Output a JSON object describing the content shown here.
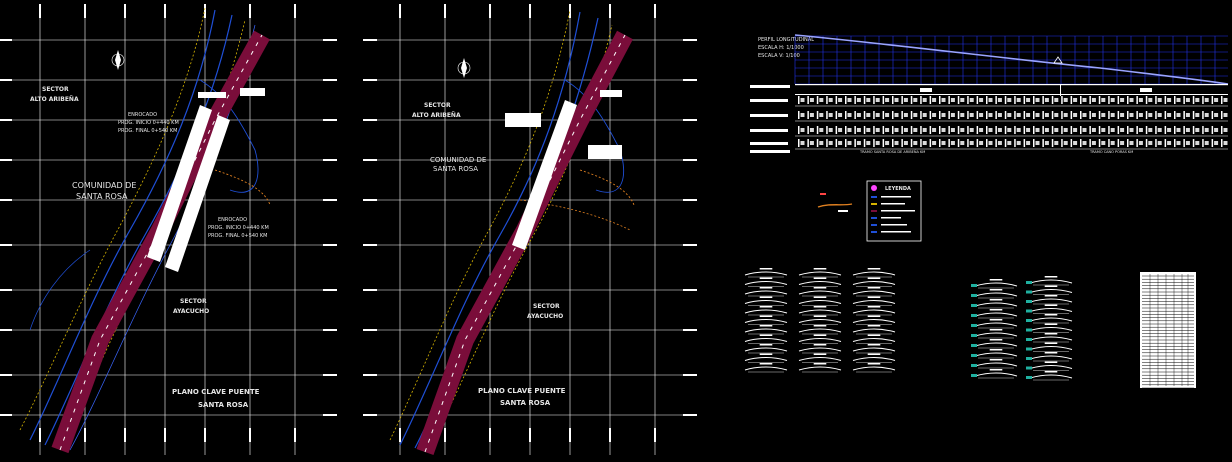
{
  "plan1": {
    "sector_a": [
      "SECTOR",
      "ALTO ARIBEÑA"
    ],
    "enrocado_top": [
      "ENROCADO",
      "PROG. INICIO 0+440 KM",
      "PROG. FINAL 0+540 KM"
    ],
    "comunidad": [
      "COMUNIDAD DE",
      "SANTA ROSA"
    ],
    "enrocado_bottom": [
      "ENROCADO",
      "PROG. INICIO 0+440 KM",
      "PROG. FINAL 0+540 KM"
    ],
    "sector_b": [
      "SECTOR",
      "AYACUCHO"
    ],
    "title": [
      "PLANO CLAVE PUENTE",
      "SANTA ROSA"
    ]
  },
  "plan2": {
    "sector_a": [
      "SECTOR",
      "ALTO ARIBEÑA"
    ],
    "comunidad": [
      "COMUNIDAD DE",
      "SANTA ROSA"
    ],
    "sector_b": [
      "SECTOR",
      "AYACUCHO"
    ],
    "title": [
      "PLANO CLAVE PUENTE",
      "SANTA ROSA"
    ]
  },
  "profile": {
    "title_lines": [
      "PERFIL LONGITUDINAL",
      "ESCALA H: 1/1000",
      "ESCALA V: 1/100"
    ],
    "bottom_left": "TRAMO SANTA ROSA DE ARIBEÑA KM",
    "bottom_right": "TRAMO CANO PORAS KM"
  },
  "legend": {
    "title": "LEYENDA"
  },
  "colors": {
    "background": "#000000",
    "grid": "#ffffff",
    "road": "#7a0d3a",
    "river": "#1f4fd6",
    "contour_yellow": "#d6b400",
    "profile_grid": "#2233ee"
  }
}
